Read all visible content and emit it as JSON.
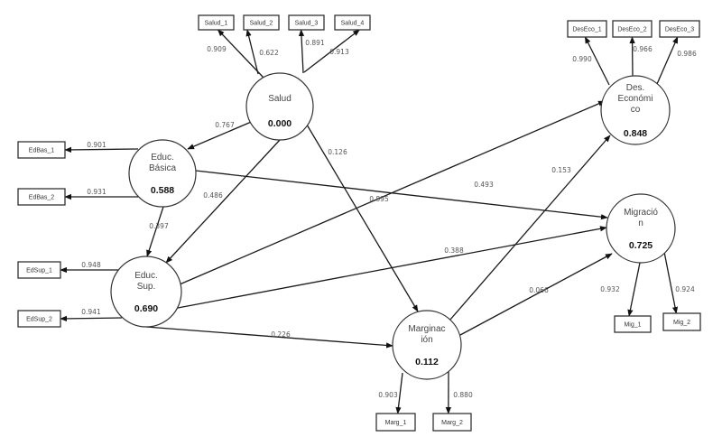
{
  "diagram": {
    "type": "pls-sem-path-model",
    "latents": [
      {
        "id": "salud",
        "lines": [
          "Salud"
        ],
        "r2": "0.000"
      },
      {
        "id": "educ_basica",
        "lines": [
          "Educ.",
          "Básica"
        ],
        "r2": "0.588"
      },
      {
        "id": "educ_sup",
        "lines": [
          "Educ.",
          "Sup."
        ],
        "r2": "0.690"
      },
      {
        "id": "des_eco",
        "lines": [
          "Des.",
          "Económi",
          "co"
        ],
        "r2": "0.848"
      },
      {
        "id": "migracion",
        "lines": [
          "Migració",
          "n"
        ],
        "r2": "0.725"
      },
      {
        "id": "marginacion",
        "lines": [
          "Marginac",
          "ión"
        ],
        "r2": "0.112"
      }
    ],
    "indicators": [
      {
        "id": "Salud_1",
        "label": "Salud_1",
        "latent": "salud",
        "loading": "0.909"
      },
      {
        "id": "Salud_2",
        "label": "Salud_2",
        "latent": "salud",
        "loading": "0.622"
      },
      {
        "id": "Salud_3",
        "label": "Salud_3",
        "latent": "salud",
        "loading": "0.891"
      },
      {
        "id": "Salud_4",
        "label": "Salud_4",
        "latent": "salud",
        "loading": "0.913"
      },
      {
        "id": "DesEco_1",
        "label": "DesEco_1",
        "latent": "des_eco",
        "loading": "0.990"
      },
      {
        "id": "DesEco_2",
        "label": "DesEco_2",
        "latent": "des_eco",
        "loading": "0.966"
      },
      {
        "id": "DesEco_3",
        "label": "DesEco_3",
        "latent": "des_eco",
        "loading": "0.986"
      },
      {
        "id": "EdBas_1",
        "label": "EdBas_1",
        "latent": "educ_basica",
        "loading": "0.901"
      },
      {
        "id": "EdBas_2",
        "label": "EdBas_2",
        "latent": "educ_basica",
        "loading": "0.931"
      },
      {
        "id": "EdSup_1",
        "label": "EdSup_1",
        "latent": "educ_sup",
        "loading": "0.948"
      },
      {
        "id": "EdSup_2",
        "label": "EdSup_2",
        "latent": "educ_sup",
        "loading": "0.941"
      },
      {
        "id": "Mig_1",
        "label": "Mig_1",
        "latent": "migracion",
        "loading": "0.932"
      },
      {
        "id": "Mig_2",
        "label": "Mig_2",
        "latent": "migracion",
        "loading": "0.924"
      },
      {
        "id": "Marg_1",
        "label": "Marg_1",
        "latent": "marginacion",
        "loading": "0.903"
      },
      {
        "id": "Marg_2",
        "label": "Marg_2",
        "latent": "marginacion",
        "loading": "0.880"
      }
    ],
    "paths": [
      {
        "from": "salud",
        "to": "educ_basica",
        "coef": "0.767"
      },
      {
        "from": "salud",
        "to": "educ_sup",
        "coef": "0.486"
      },
      {
        "from": "salud",
        "to": "marginacion",
        "coef": "0.126"
      },
      {
        "from": "educ_basica",
        "to": "educ_sup",
        "coef": "0.397"
      },
      {
        "from": "educ_basica",
        "to": "migracion",
        "coef": "0.493"
      },
      {
        "from": "educ_sup",
        "to": "des_eco",
        "coef": "0.895"
      },
      {
        "from": "educ_sup",
        "to": "migracion",
        "coef": "0.388"
      },
      {
        "from": "educ_sup",
        "to": "marginacion",
        "coef": "0.226"
      },
      {
        "from": "marginacion",
        "to": "des_eco",
        "coef": "0.153"
      },
      {
        "from": "marginacion",
        "to": "migracion",
        "coef": "0.066"
      }
    ]
  }
}
